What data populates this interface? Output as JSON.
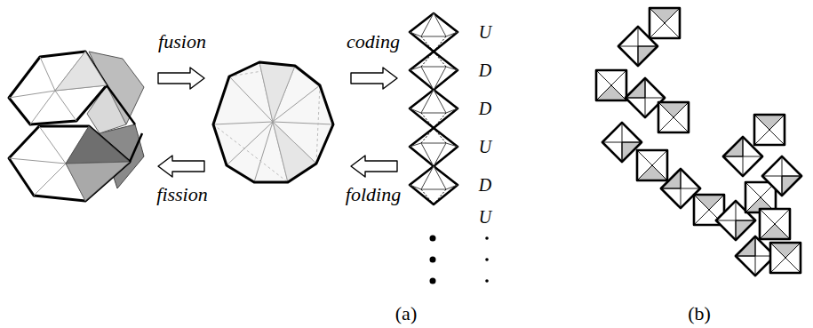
{
  "diagram": {
    "labels": [
      "fusion",
      "coding",
      "fission",
      "folding",
      "U",
      "D",
      "D",
      "U",
      "D",
      "U",
      "(a)",
      "(b)"
    ]
  }
}
